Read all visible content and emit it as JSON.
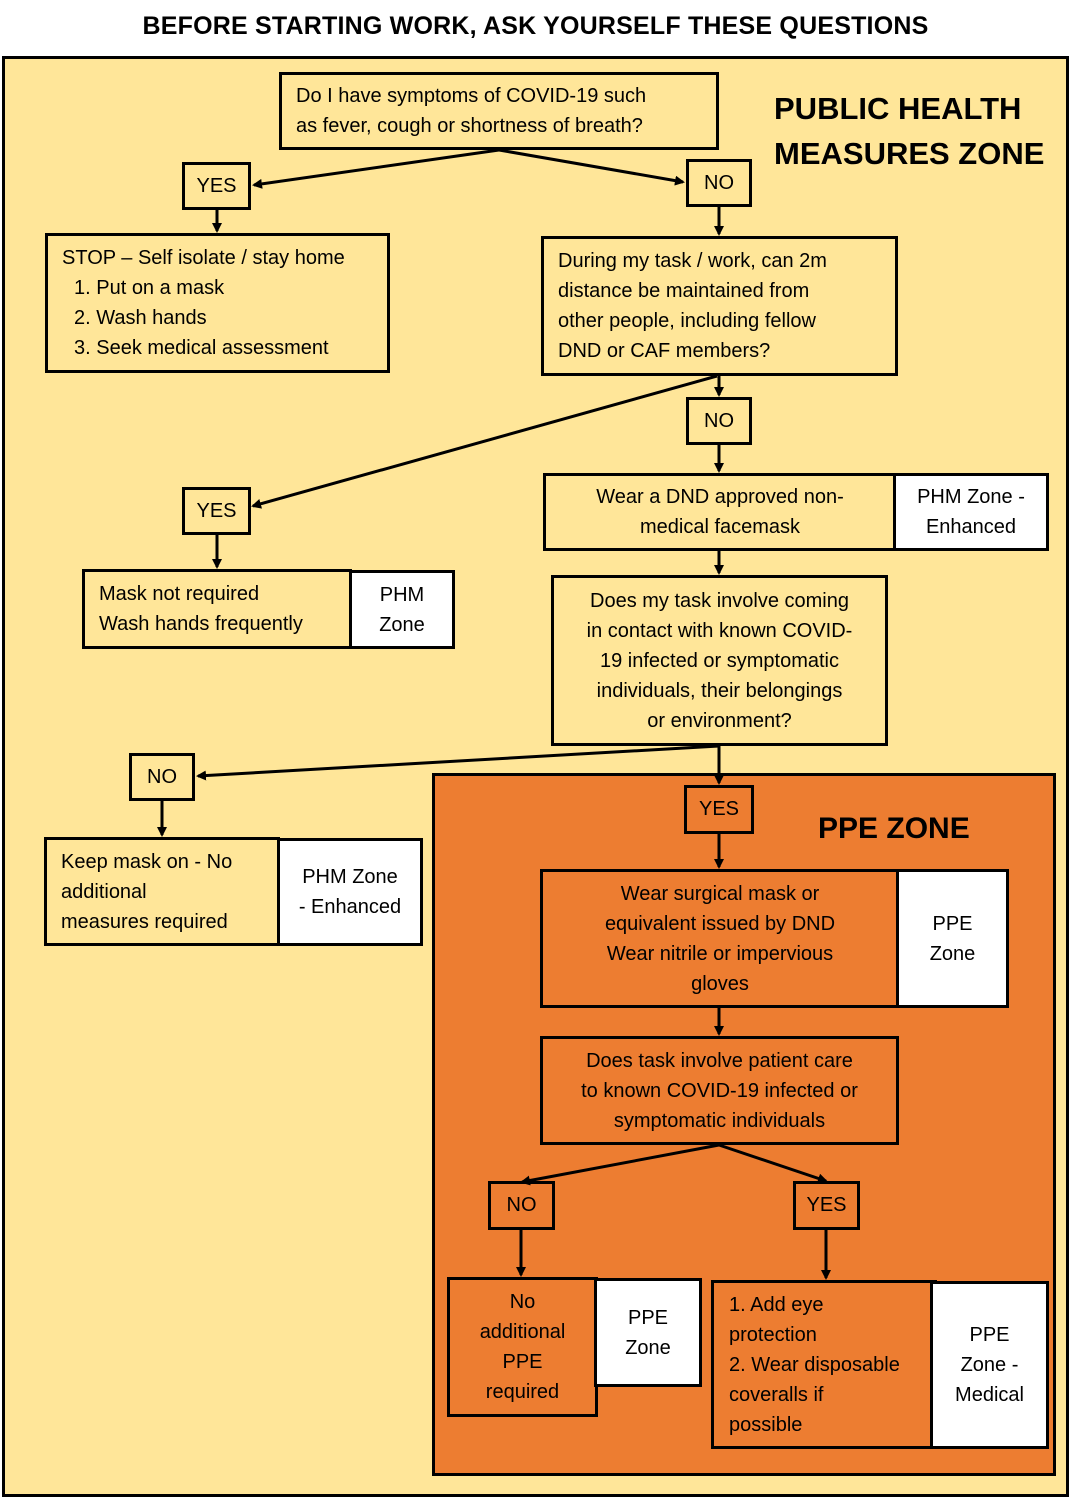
{
  "title": "BEFORE STARTING WORK, ASK YOURSELF THESE QUESTIONS",
  "zones": {
    "phm": {
      "label_line1": "PUBLIC HEALTH",
      "label_line2": "MEASURES ZONE",
      "color": "#ffe699"
    },
    "ppe": {
      "label": "PPE ZONE",
      "color": "#ed7d31"
    }
  },
  "nodes": {
    "q_symptoms": {
      "lines": [
        "Do I have symptoms of COVID-19 such",
        "as fever, cough or shortness of breath?"
      ]
    },
    "yes1": "YES",
    "no1": "NO",
    "stop": {
      "lines": [
        "STOP – Self isolate / stay home",
        "1. Put on a mask",
        "2. Wash hands",
        "3. Seek medical assessment"
      ]
    },
    "q_distance": {
      "lines": [
        "During my task / work, can 2m",
        "distance be maintained from",
        "other people, including fellow",
        "DND or CAF members?"
      ]
    },
    "no2": "NO",
    "yes2": "YES",
    "wear_facemask": {
      "lines": [
        "Wear a DND approved non-",
        "medical facemask"
      ],
      "tag_lines": [
        "PHM Zone -",
        "Enhanced"
      ]
    },
    "mask_not_required": {
      "lines": [
        "Mask not required",
        "Wash hands frequently"
      ],
      "tag_lines": [
        "PHM",
        "Zone"
      ]
    },
    "q_contact": {
      "lines": [
        "Does my task involve coming",
        "in contact with known COVID-",
        "19 infected or symptomatic",
        "individuals, their belongings",
        "or environment?"
      ]
    },
    "no3": "NO",
    "yes3": "YES",
    "keep_mask": {
      "lines": [
        "Keep mask on - No",
        "additional",
        "measures required"
      ],
      "tag_lines": [
        "PHM Zone",
        "- Enhanced"
      ]
    },
    "surgical_mask": {
      "lines": [
        "Wear surgical mask or",
        "equivalent issued by DND",
        "Wear nitrile or impervious",
        "gloves"
      ],
      "tag_lines": [
        "PPE",
        "Zone"
      ]
    },
    "q_patient_care": {
      "lines": [
        "Does task involve patient care",
        "to known COVID-19 infected or",
        "symptomatic individuals"
      ]
    },
    "no4": "NO",
    "yes4": "YES",
    "no_additional_ppe": {
      "lines": [
        "No",
        "additional",
        "PPE",
        "required"
      ],
      "tag_lines": [
        "PPE",
        "Zone"
      ]
    },
    "eye_protection": {
      "lines": [
        "1. Add eye",
        "protection",
        "2. Wear disposable",
        "coveralls if",
        "possible"
      ],
      "tag_lines": [
        "PPE",
        "Zone -",
        "Medical"
      ]
    }
  }
}
